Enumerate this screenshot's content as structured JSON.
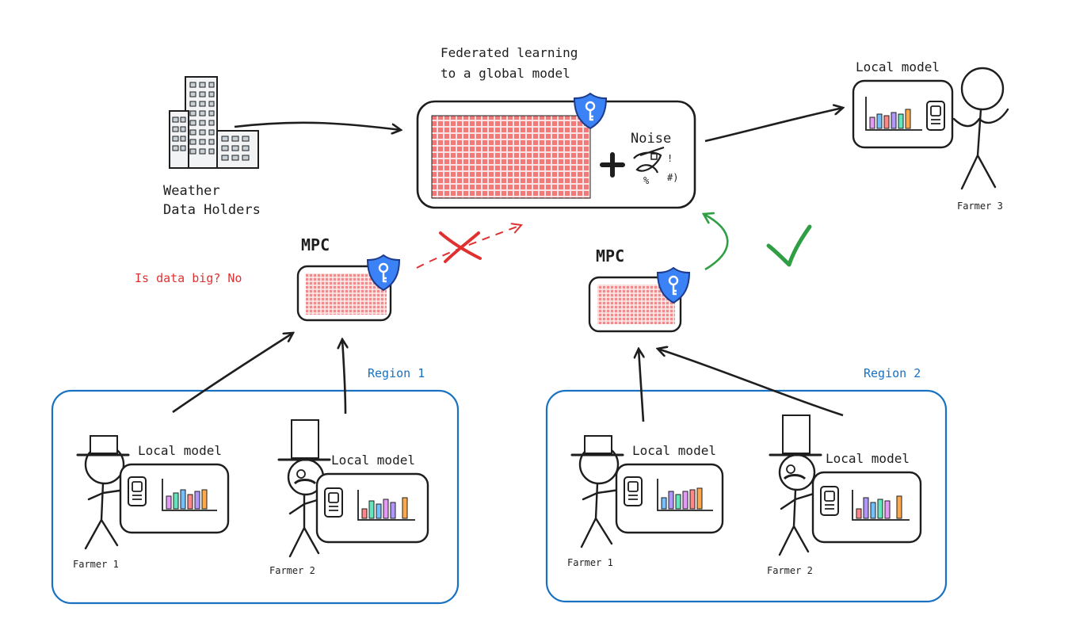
{
  "global": {
    "title_line1": "Federated learning",
    "title_line2": "to a global model",
    "noise_label": "Noise",
    "noise_symbols": [
      "%",
      "#)",
      "!"
    ]
  },
  "weather": {
    "line1": "Weather",
    "line2": "Data Holders"
  },
  "farmer3": {
    "model_label": "Local model",
    "name": "Farmer 3"
  },
  "mpc_left": {
    "label": "MPC",
    "question": "Is data big? No"
  },
  "mpc_right": {
    "label": "MPC"
  },
  "region1": {
    "label": "Region 1",
    "farmers": [
      {
        "name": "Farmer 1",
        "model_label": "Local model"
      },
      {
        "name": "Farmer 2",
        "model_label": "Local model"
      }
    ]
  },
  "region2": {
    "label": "Region 2",
    "farmers": [
      {
        "name": "Farmer 1",
        "model_label": "Local model"
      },
      {
        "name": "Farmer 2",
        "model_label": "Local model"
      }
    ]
  },
  "colors": {
    "ink": "#1e1e1e",
    "data_red": "#e03131",
    "region_blue": "#1971c2",
    "accept_green": "#2f9e44",
    "shield_blue": "#3b82f6"
  },
  "icons": [
    "building-icon",
    "shield-key-icon",
    "plus-icon",
    "noise-scribble-icon",
    "phone-icon",
    "bar-chart-icon",
    "stick-figure-icon",
    "top-hat-icon",
    "monocle-icon",
    "check-icon",
    "cross-icon"
  ]
}
